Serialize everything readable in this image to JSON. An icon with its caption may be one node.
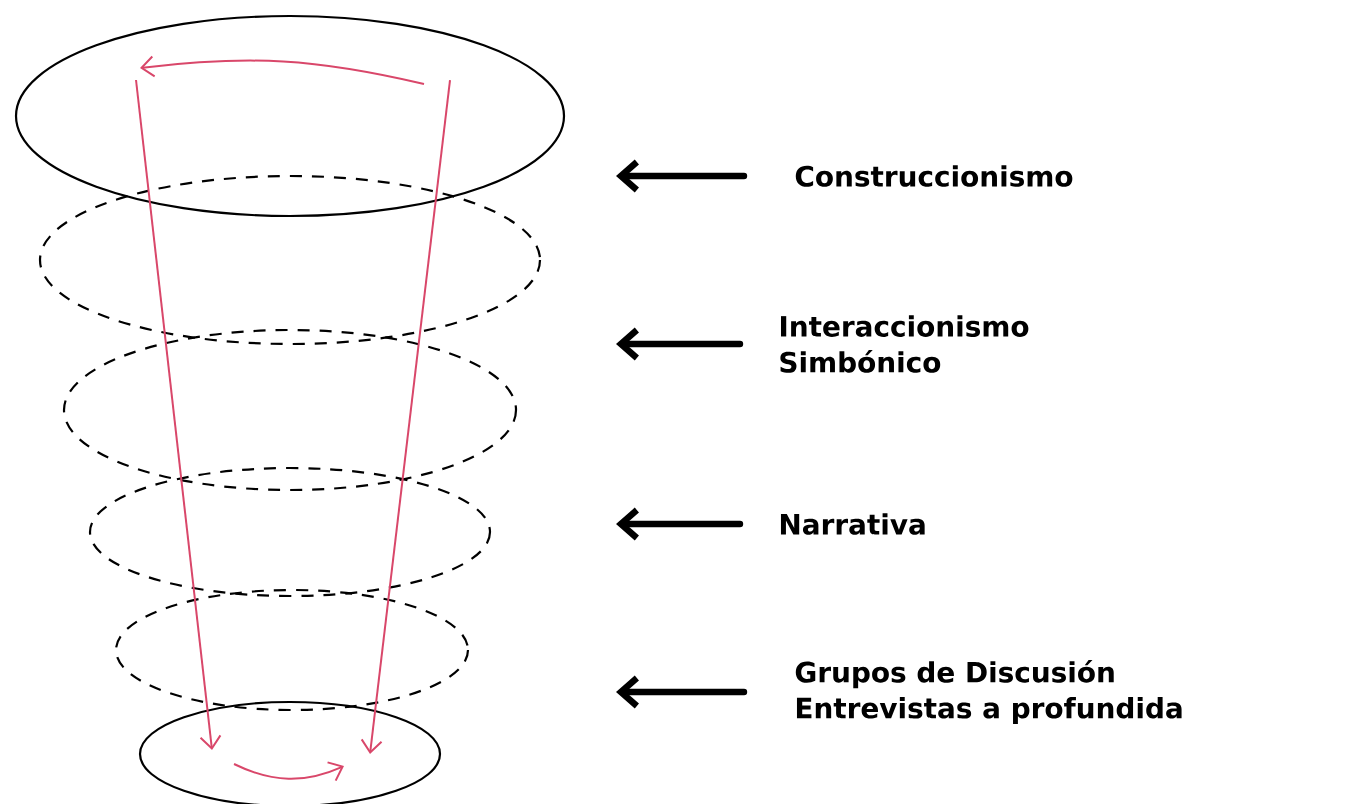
{
  "diagram": {
    "nodes": [
      {
        "text": [
          "Construccionismo"
        ]
      },
      {
        "text": [
          "Interaccionismo Simbónico"
        ]
      },
      {
        "text": [
          "Narrativa"
        ]
      },
      {
        "text": [
          "Grupos de Discusión Entrevistas a profundida"
        ]
      }
    ],
    "edges": [
      {
        "from": 0,
        "to": null,
        "arrow": "to"
      },
      {
        "from": 1,
        "to": null,
        "arrow": "to"
      },
      {
        "from": 2,
        "to": null,
        "arrow": "to"
      },
      {
        "from": 3,
        "to": null,
        "arrow": "to"
      }
    ]
  }
}
